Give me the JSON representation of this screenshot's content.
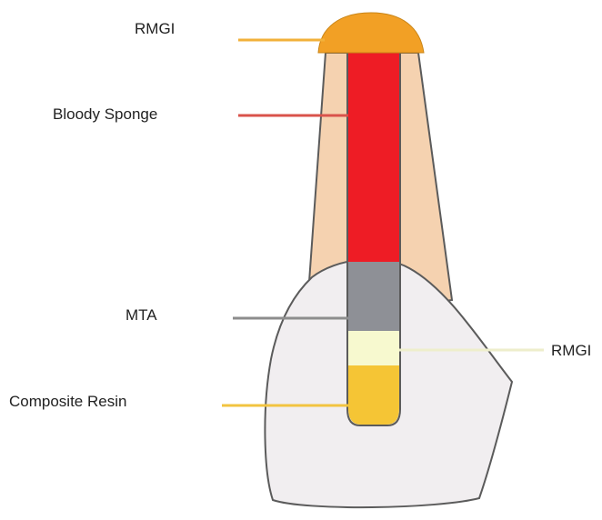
{
  "labels": {
    "rmgi_top": "RMGI",
    "bloody_sponge": "Bloody Sponge",
    "mta": "MTA",
    "rmgi_side": "RMGI",
    "composite_resin": "Composite Resin"
  },
  "colors": {
    "rmgi_cap": "#f2a025",
    "bloody_sponge": "#ee1c25",
    "mta": "#8e9096",
    "rmgi_inner": "#f7f9cf",
    "composite_resin": "#f5c535",
    "root": "#f5d2b0",
    "crown": "#f1eef0",
    "outline": "#5b5b5b",
    "leader_rmgi_top": "#f2b13a",
    "leader_bloody": "#d9534b",
    "leader_mta": "#8d8d8d",
    "leader_rmgi_side": "#eeeecb",
    "leader_composite": "#f2c440"
  }
}
